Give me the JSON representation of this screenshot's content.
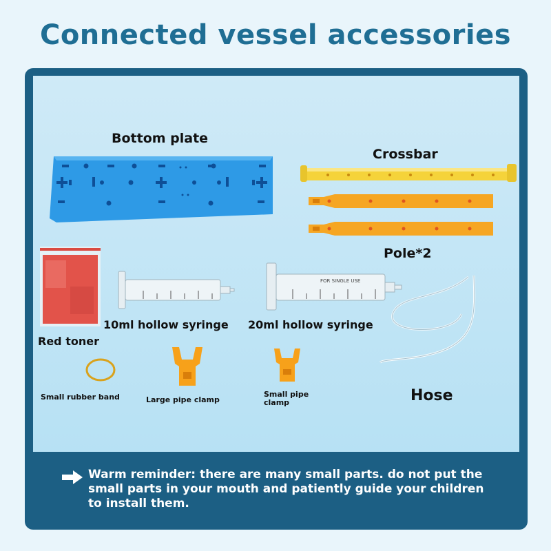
{
  "title": "Connected vessel accessories",
  "labels": {
    "bottom_plate": "Bottom plate",
    "crossbar": "Crossbar",
    "pole": "Pole*2",
    "red_toner": "Red toner",
    "syringe_10ml": "10ml hollow syringe",
    "syringe_20ml": "20ml hollow syringe",
    "rubber_band": "Small rubber band",
    "large_clamp": "Large pipe clamp",
    "small_clamp_1": "Small pipe",
    "small_clamp_2": "clamp",
    "hose": "Hose"
  },
  "syringe_20ml_print": "FOR SINGLE USE",
  "reminder": "Warm reminder: there are many small parts. do not put the small parts in your mouth and patiently guide your children to install them.",
  "colors": {
    "title": "#1f6e94",
    "frame": "#1c5f84",
    "plate": "#2e9ae6",
    "crossbar": "#f5d33a",
    "pole": "#f6a623",
    "clamp": "#f7a11a",
    "toner": "#e2534a",
    "band": "#d9a21c"
  },
  "icons": [
    "arrow-right-icon"
  ]
}
